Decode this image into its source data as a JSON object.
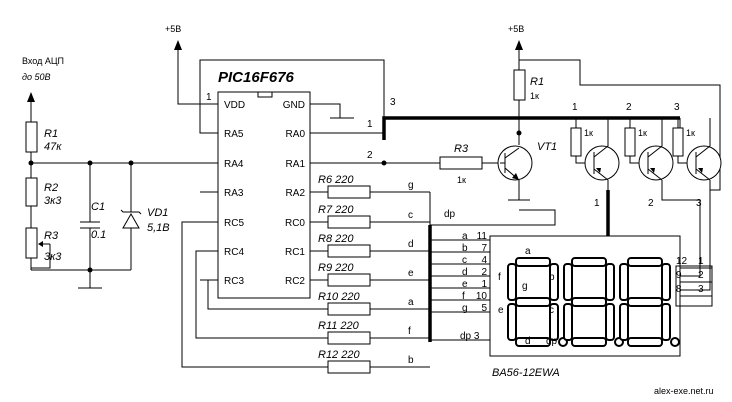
{
  "ic": {
    "name": "PIC16F676",
    "left_pins": [
      "VDD",
      "RA5",
      "RA4",
      "RA3",
      "RC5",
      "RC4",
      "RC3"
    ],
    "right_pins": [
      "GND",
      "RA0",
      "RA1",
      "RA2",
      "RC0",
      "RC1",
      "RC2"
    ],
    "vdd_pin": "1"
  },
  "power": {
    "vcc1": "+5В",
    "vcc2": "+5В"
  },
  "input": {
    "line1": "Вход АЦП",
    "line2": "до 50В"
  },
  "left_parts": {
    "r1": {
      "name": "R1",
      "value": "47к"
    },
    "r2": {
      "name": "R2",
      "value": "3к3"
    },
    "r3": {
      "name": "R3",
      "value": "3к3"
    },
    "c1": {
      "name": "C1",
      "value": "0.1"
    },
    "vd1": {
      "name": "VD1",
      "value": "5,1В"
    }
  },
  "node_labels": {
    "n1": "1",
    "n2": "2",
    "n3": "3"
  },
  "segment_resistors": [
    {
      "name": "R6",
      "value": "220",
      "seg": "g"
    },
    {
      "name": "R7",
      "value": "220",
      "seg": "c"
    },
    {
      "name": "R8",
      "value": "220",
      "seg": "d"
    },
    {
      "name": "R9",
      "value": "220",
      "seg": "e"
    },
    {
      "name": "R10",
      "value": "220",
      "seg": "a"
    },
    {
      "name": "R11",
      "value": "220",
      "seg": "f"
    },
    {
      "name": "R12",
      "value": "220",
      "seg": "b"
    }
  ],
  "dp_label": "dp",
  "driver": {
    "r1": {
      "name": "R1",
      "value": "1к"
    },
    "r3": {
      "name": "R3",
      "value": "1к"
    },
    "vt1": "VT1",
    "base_res": [
      "1к",
      "1к",
      "1к"
    ],
    "top_nums": [
      "1",
      "2",
      "3"
    ],
    "bottom_nums": [
      "1",
      "2",
      "3"
    ]
  },
  "display": {
    "name": "BA56-12EWA",
    "pins_left": [
      {
        "seg": "a",
        "pin": "11"
      },
      {
        "seg": "b",
        "pin": "7"
      },
      {
        "seg": "c",
        "pin": "4"
      },
      {
        "seg": "d",
        "pin": "2"
      },
      {
        "seg": "e",
        "pin": "1"
      },
      {
        "seg": "f",
        "pin": "10"
      },
      {
        "seg": "g",
        "pin": "5"
      }
    ],
    "dp_pin": {
      "seg": "dp",
      "pin": "3"
    },
    "pins_right": [
      [
        "12",
        "1"
      ],
      [
        "9",
        "2"
      ],
      [
        "8",
        "3"
      ]
    ],
    "segment_letters": {
      "a": "a",
      "b": "b",
      "c": "c",
      "d": "d",
      "e": "e",
      "f": "f",
      "g": "g",
      "dp": "dp"
    },
    "digits": [
      "8",
      "8",
      "8"
    ]
  },
  "credit": "alex-exe.net.ru"
}
